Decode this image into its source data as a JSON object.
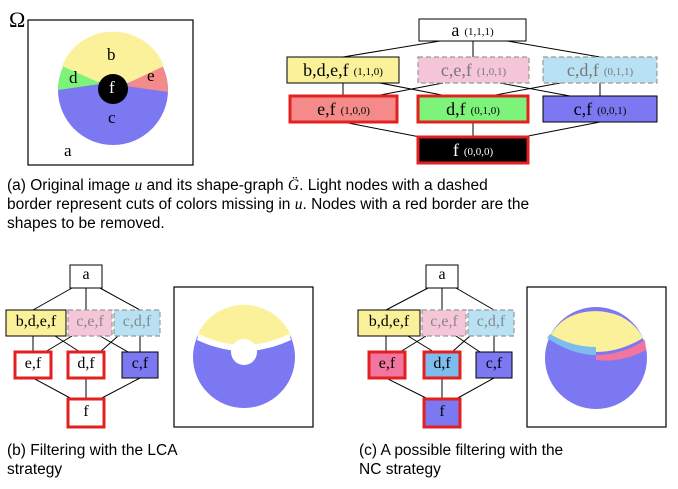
{
  "omega_label": "Ω",
  "region_labels": {
    "a": "a",
    "b": "b",
    "c": "c",
    "d": "d",
    "e": "e",
    "f": "f"
  },
  "graph_a": {
    "nodes": {
      "a": {
        "label": "a",
        "code": "(1,1,1)"
      },
      "bdef": {
        "label": "b,d,e,f",
        "code": "(1,1,0)"
      },
      "cef": {
        "label": "c,e,f",
        "code": "(1,0,1)"
      },
      "cdf": {
        "label": "c,d,f",
        "code": "(0,1,1)"
      },
      "ef": {
        "label": "e,f",
        "code": "(1,0,0)"
      },
      "df": {
        "label": "d,f",
        "code": "(0,1,0)"
      },
      "cf": {
        "label": "c,f",
        "code": "(0,0,1)"
      },
      "f": {
        "label": "f",
        "code": "(0,0,0)"
      }
    }
  },
  "graph_small": {
    "a": "a",
    "bdef": "b,d,e,f",
    "cef": "c,e,f",
    "cdf": "c,d,f",
    "ef": "e,f",
    "df": "d,f",
    "cf": "c,f",
    "f": "f"
  },
  "captions": {
    "a_pre": "(a) Original image ",
    "a_u": "u",
    "a_mid": " and its shape-graph ",
    "a_g": "G̈",
    "a_post": ". Light nodes with a dashed",
    "a_line2_pre": "border represent cuts of colors missing in ",
    "a_line2_u": "u",
    "a_line2_post": ". Nodes with a red border are the",
    "a_line3": "shapes to be removed.",
    "b_line1": "(b) Filtering with the LCA",
    "b_line2": "strategy",
    "c_line1": "(c) A possible filtering with the",
    "c_line2": "NC strategy"
  },
  "colors": {
    "yellow": "#fbf19b",
    "blue": "#7b78f2",
    "green": "#7df37a",
    "pink": "#f48b8a",
    "light_pink": "#f5c6d8",
    "light_blue": "#b8e2f3",
    "red_border": "#e32020",
    "pink_fill": "#f2759f",
    "cyan_fill": "#7dbcec"
  }
}
